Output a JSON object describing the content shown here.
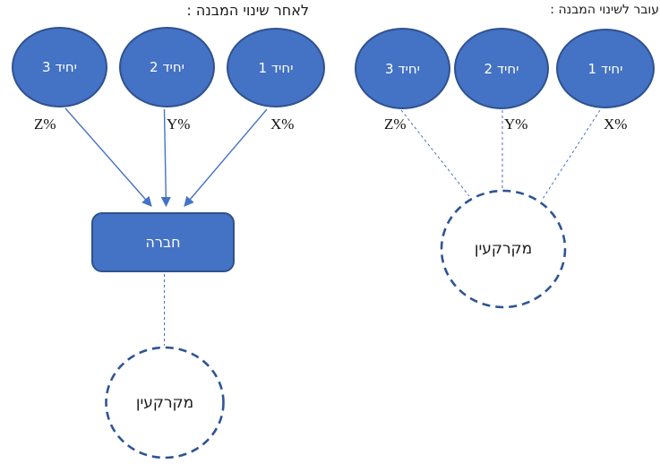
{
  "colors": {
    "shape_fill": "#4472C4",
    "shape_border": "#2F528F",
    "connector_blue": "#4472C4",
    "dashed_circle_border": "#2F5496",
    "text_black": "#1a1a1a",
    "shape_text": "#FFFFFF"
  },
  "before": {
    "title": "עובר לשינוי המבנה :",
    "units": [
      {
        "label": "יחיד 1",
        "share": "X%"
      },
      {
        "label": "יחיד 2",
        "share": "Y%"
      },
      {
        "label": "יחיד 3",
        "share": "Z%"
      }
    ],
    "asset_label": "מקרקעין"
  },
  "after": {
    "title": "לאחר שינוי המבנה :",
    "units": [
      {
        "label": "יחיד 1",
        "share": "X%"
      },
      {
        "label": "יחיד 2",
        "share": "Y%"
      },
      {
        "label": "יחיד 3",
        "share": "Z%"
      }
    ],
    "company_label": "חברה",
    "asset_label": "מקרקעין"
  }
}
